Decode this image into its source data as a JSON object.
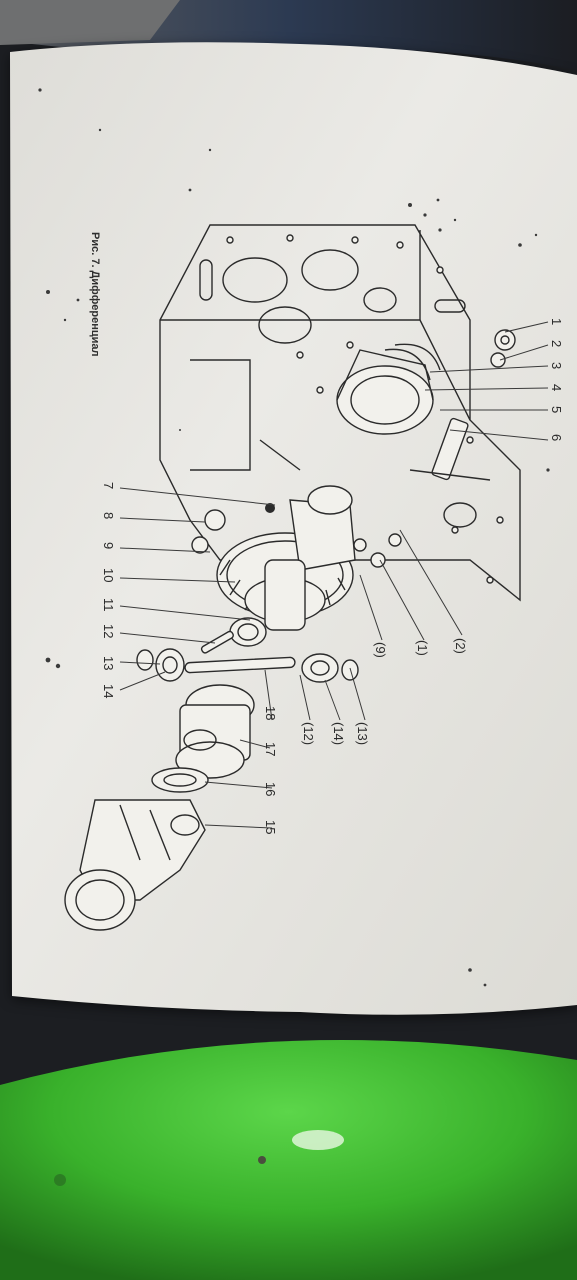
{
  "document": {
    "caption": "Рис. 7. Дифференциал",
    "labels_top": [
      "1",
      "2",
      "3",
      "4",
      "5",
      "6"
    ],
    "labels_right_column": [
      "7",
      "8",
      "9",
      "10",
      "11",
      "12",
      "13",
      "14"
    ],
    "labels_bottom_right": [
      "18",
      "17",
      "16",
      "15"
    ],
    "labels_parenthesized": [
      "(2)",
      "(1)",
      "(9)",
      "(13)",
      "(14)",
      "(12)"
    ]
  },
  "colors": {
    "paper": "#e8e7e2",
    "ink": "#2b2b2b",
    "background_dark": "#1c1e22",
    "ball_green": "#3fb82f"
  },
  "icons": [
    "differential-exploded-illustration",
    "green-ball"
  ]
}
